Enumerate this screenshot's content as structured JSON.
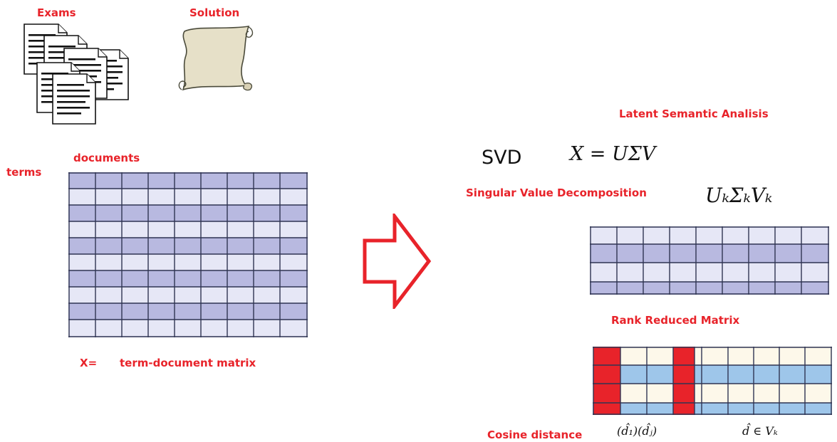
{
  "labels": {
    "exams": "Exams",
    "solution": "Solution",
    "terms": "terms",
    "documents": "documents",
    "matrix_prefix": "X=",
    "matrix_caption": "term-document matrix",
    "lsa_title": "Latent Semantic Analisis",
    "svd": "SVD",
    "svd_equation": "X = UΣV",
    "svd_full": "Singular Value Decomposition",
    "reduced_product": "UₖΣₖVₖ",
    "rank_reduced": "Rank Reduced Matrix",
    "cosine": "Cosine distance",
    "doc_vectors": "(d̂₁)(d̂ⱼ)",
    "doc_membership": "d̂ ∈ Vₖ"
  },
  "colors": {
    "label_red": "#e8232a",
    "row_dark": "#b8b9e0",
    "row_light": "#e6e7f6",
    "grid_line": "#2f3452",
    "arrow_red": "#e8232a",
    "highlight_column": "#e8232a",
    "cell_cream": "#fdf8ea",
    "cell_blue": "#9ec6ea"
  },
  "icons": [
    "document-stack-icon",
    "scroll-icon",
    "right-arrow-icon"
  ],
  "term_document_grid": {
    "rows": 10,
    "cols": 9
  },
  "reduced_grid": {
    "rows": 4,
    "cols": 9
  },
  "rank_reduced_grid": {
    "rows": 4,
    "cols": 9,
    "highlight_columns": [
      0,
      3
    ]
  }
}
